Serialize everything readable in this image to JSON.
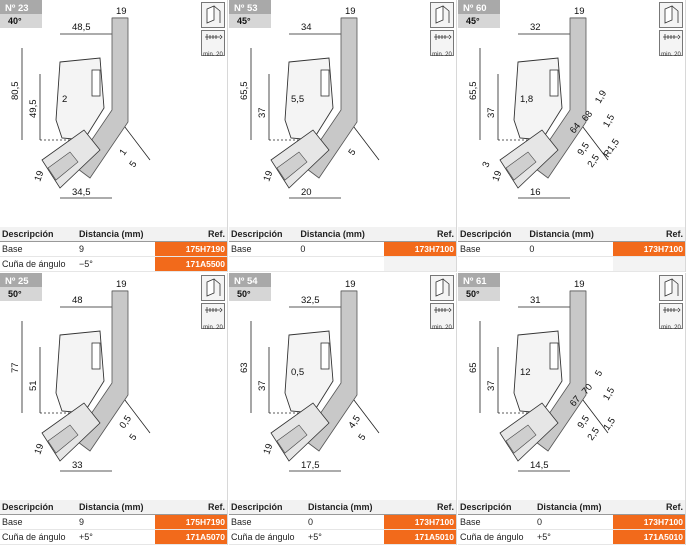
{
  "columns": {
    "desc": "Descripción",
    "dist": "Distancia (mm)",
    "ref": "Ref."
  },
  "icon_min_label": "min. 20",
  "panels": [
    {
      "num": "Nº 23",
      "angle": "40°",
      "dims": {
        "top": "19",
        "w": "48,5",
        "h1": "80,5",
        "h2": "49,5",
        "small": "2",
        "bot": "34,5",
        "edge1": "19",
        "e2": "1",
        "e3": "5"
      },
      "rows": [
        {
          "desc": "Base",
          "dist": "9",
          "ref": "175H7190"
        },
        {
          "desc": "Cuña de ángulo",
          "dist": "−5°",
          "ref": "171A5500"
        }
      ]
    },
    {
      "num": "Nº 53",
      "angle": "45°",
      "dims": {
        "top": "19",
        "w": "34",
        "h1": "65,5",
        "h2": "37",
        "small": "5,5",
        "bot": "20",
        "edge1": "19",
        "e2": "5",
        "e3": ""
      },
      "rows": [
        {
          "desc": "Base",
          "dist": "0",
          "ref": "173H7100"
        }
      ]
    },
    {
      "num": "Nº 60",
      "angle": "45°",
      "dims": {
        "top": "19",
        "w": "32",
        "h1": "65,5",
        "h2": "37",
        "small": "1,8",
        "bot": "16",
        "edge1": "19",
        "e2": "9,5",
        "e3": "2,5",
        "a": "68",
        "b": "64",
        "c": "1,5",
        "d": "R1,5",
        "e": "1,9",
        "f": "3"
      },
      "rows": [
        {
          "desc": "Base",
          "dist": "0",
          "ref": "173H7100"
        }
      ]
    },
    {
      "num": "Nº 25",
      "angle": "50°",
      "dims": {
        "top": "19",
        "w": "48",
        "h1": "77",
        "h2": "51",
        "small": "",
        "bot": "33",
        "edge1": "19",
        "e2": "0,5",
        "e3": "5"
      },
      "rows": [
        {
          "desc": "Base",
          "dist": "9",
          "ref": "175H7190"
        },
        {
          "desc": "Cuña de ángulo",
          "dist": "+5°",
          "ref": "171A5070"
        }
      ]
    },
    {
      "num": "Nº 54",
      "angle": "50°",
      "dims": {
        "top": "19",
        "w": "32,5",
        "h1": "63",
        "h2": "37",
        "small": "0,5",
        "bot": "17,5",
        "edge1": "19",
        "e2": "4,5",
        "e3": "5"
      },
      "rows": [
        {
          "desc": "Base",
          "dist": "0",
          "ref": "173H7100"
        },
        {
          "desc": "Cuña de ángulo",
          "dist": "+5°",
          "ref": "171A5010"
        }
      ]
    },
    {
      "num": "Nº 61",
      "angle": "50°",
      "dims": {
        "top": "19",
        "w": "31",
        "h1": "65",
        "h2": "37",
        "small": "12",
        "bot": "14,5",
        "edge1": "",
        "e2": "9,5",
        "e3": "2,5",
        "a": "70",
        "b": "67",
        "c": "1,5",
        "d": "1,5",
        "e": "5"
      },
      "rows": [
        {
          "desc": "Base",
          "dist": "0",
          "ref": "173H7100"
        },
        {
          "desc": "Cuña de ángulo",
          "dist": "+5°",
          "ref": "171A5010"
        }
      ]
    }
  ]
}
